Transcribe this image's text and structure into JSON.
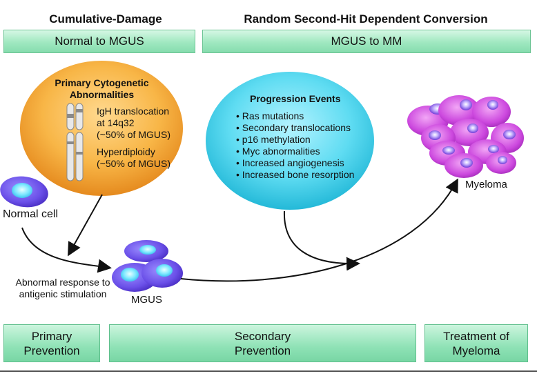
{
  "headers": {
    "left": "Cumulative-Damage",
    "right": "Random Second-Hit Dependent Conversion"
  },
  "bars": {
    "left": "Normal to MGUS",
    "right": "MGUS to MM"
  },
  "primary": {
    "title_line1": "Primary Cytogenetic",
    "title_line2": "Abnormalities",
    "igh_line1": "IgH translocation",
    "igh_line2": "at 14q32",
    "igh_line3": "(~50% of MGUS)",
    "hyper_line1": "Hyperdiploidy",
    "hyper_line2": "(~50% of MGUS)"
  },
  "progression": {
    "title": "Progression Events",
    "items": [
      "Ras mutations",
      "Secondary translocations",
      "p16 methylation",
      "Myc abnormalities",
      "Increased angiogenesis",
      "Increased bone resorption"
    ]
  },
  "labels": {
    "normal_cell": "Normal cell",
    "abnormal_line1": "Abnormal response to",
    "abnormal_line2": "antigenic stimulation",
    "mgus": "MGUS",
    "myeloma": "Myeloma"
  },
  "bottom": {
    "primary_line1": "Primary",
    "primary_line2": "Prevention",
    "secondary_line1": "Secondary",
    "secondary_line2": "Prevention",
    "treatment_line1": "Treatment of",
    "treatment_line2": "Myeloma"
  },
  "colors": {
    "orange": "#f6a531",
    "cyan": "#48d8ef",
    "green_bar": "#9fe8c0",
    "cell_blue": "#6f5ef0",
    "cell_magenta": "#d24ee0"
  }
}
